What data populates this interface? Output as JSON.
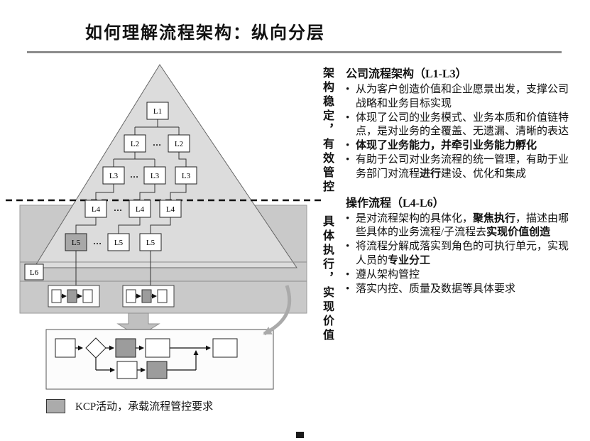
{
  "slide": {
    "title": "如何理解流程架构：纵向分层"
  },
  "side_labels": {
    "upper": "架构稳定，有效管控",
    "lower": "具体执行，实现价值"
  },
  "pyramid": {
    "levels": {
      "l1": "L1",
      "l2": "L2",
      "l3": "L3",
      "l4": "L4",
      "l5": "L5",
      "l6": "L6"
    },
    "ellipsis": "…"
  },
  "right_panel": {
    "bullet_char": "•",
    "section1": {
      "title": "公司流程架构（L1-L3）",
      "bullets": [
        {
          "segments": [
            {
              "t": "从为客户创造价值和企业愿景出发，支撑公司战略和业务目标实现",
              "b": false
            }
          ]
        },
        {
          "segments": [
            {
              "t": "体现了公司的业务模式、业务本质和价值链特点，是对业务的全覆盖、无遗漏、清晰的表达",
              "b": false
            }
          ]
        },
        {
          "segments": [
            {
              "t": "体现了业务能力，并牵引业务能力孵化",
              "b": true
            }
          ]
        },
        {
          "segments": [
            {
              "t": "有助于公司对业务流程的统一管理，有助于业务部门对流程",
              "b": false
            },
            {
              "t": "进行",
              "b": true
            },
            {
              "t": "建设、优化和集成",
              "b": false
            }
          ]
        }
      ]
    },
    "section2": {
      "title": "操作流程（L4-L6）",
      "bullets": [
        {
          "segments": [
            {
              "t": "是对流程架构的具体化，",
              "b": false
            },
            {
              "t": "聚焦执行",
              "b": true
            },
            {
              "t": "，描述由哪些具体的业务流程/子流程去",
              "b": false
            },
            {
              "t": "实现价值创造",
              "b": true
            }
          ]
        },
        {
          "segments": [
            {
              "t": "将流程分解成落实到角色的可执行单元，实现人员的",
              "b": false
            },
            {
              "t": "专业分工",
              "b": true
            }
          ]
        },
        {
          "segments": [
            {
              "t": "遵从架构管控",
              "b": false
            }
          ]
        },
        {
          "segments": [
            {
              "t": "落实内控、质量及数据等具体要求",
              "b": false
            }
          ]
        }
      ]
    }
  },
  "legend": {
    "label": "KCP活动，承载流程管控要求"
  },
  "colors": {
    "pyramid_fill": "#dcdcdc",
    "band_fill": "#c9c9c9",
    "gray_box": "#a8a8a8",
    "mini_gray": "#9c9c9c",
    "arrow_fill": "#c0c0c0"
  }
}
